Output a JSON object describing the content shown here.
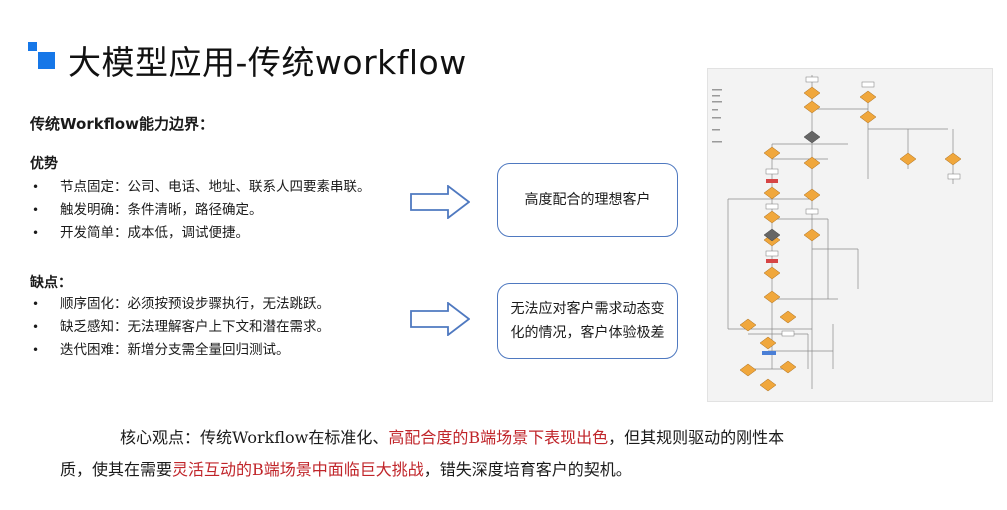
{
  "header": {
    "title": "大模型应用-传统workflow"
  },
  "subtitle": "传统Workflow能力边界：",
  "advantages": {
    "heading": "优势",
    "items": [
      "节点固定：公司、电话、地址、联系人四要素串联。",
      "触发明确：条件清晰，路径确定。",
      "开发简单：成本低，调试便捷。"
    ],
    "result": "高度配合的理想客户"
  },
  "disadvantages": {
    "heading": "缺点：",
    "items": [
      "顺序固化：必须按预设步骤执行，无法跳跃。",
      "缺乏感知：无法理解客户上下文和潜在需求。",
      "迭代困难：新增分支需全量回归测试。"
    ],
    "result_line1": "无法应对客户需求动态变",
    "result_line2": "化的情况，客户体验极差"
  },
  "core": {
    "p1": "核心观点：传统Workflow在标准化、",
    "p2_red": "高配合度的B端场景下表现出色",
    "p3": "，但其规则驱动的刚性本",
    "p4": "质，使其在需要",
    "p5_red": "灵活互动的B端场景中面临巨大挑战",
    "p6": "，错失深度培育客户的契机。"
  },
  "colors": {
    "accent": "#1677e8",
    "box_border": "#4f79c0",
    "highlight": "#c0252a"
  }
}
